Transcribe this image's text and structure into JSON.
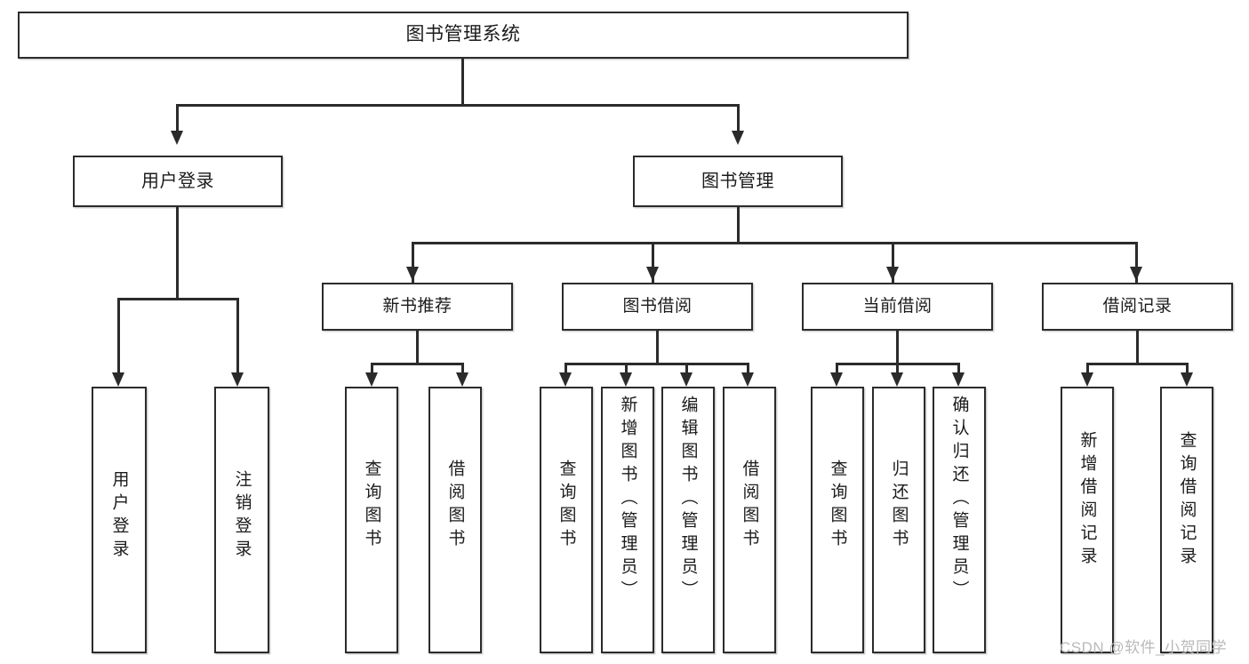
{
  "diagram": {
    "type": "tree-hierarchy",
    "title": "图书管理系统",
    "watermark": "CSDN @软件_小贺同学",
    "colors": {
      "stroke": "#2b2b2b",
      "fill": "#ffffff",
      "text": "#1b1b1b",
      "watermark": "#b9b9b9"
    },
    "root": {
      "label": "图书管理系统"
    },
    "level1": [
      {
        "label": "用户登录"
      },
      {
        "label": "图书管理"
      }
    ],
    "level2": [
      {
        "label": "新书推荐"
      },
      {
        "label": "图书借阅"
      },
      {
        "label": "当前借阅"
      },
      {
        "label": "借阅记录"
      }
    ],
    "leaves": {
      "user_login": [
        {
          "label": "用户登录"
        },
        {
          "label": "注销登录"
        }
      ],
      "new_book_recommend": [
        {
          "label": "查询图书"
        },
        {
          "label": "借阅图书"
        }
      ],
      "book_borrow": [
        {
          "label": "查询图书"
        },
        {
          "label": "新增图书（管理员）"
        },
        {
          "label": "编辑图书（管理员）"
        },
        {
          "label": "借阅图书"
        }
      ],
      "current_borrow": [
        {
          "label": "查询图书"
        },
        {
          "label": "归还图书"
        },
        {
          "label": "确认归还（管理员）"
        }
      ],
      "borrow_record": [
        {
          "label": "新增借阅记录"
        },
        {
          "label": "查询借阅记录"
        }
      ]
    }
  }
}
